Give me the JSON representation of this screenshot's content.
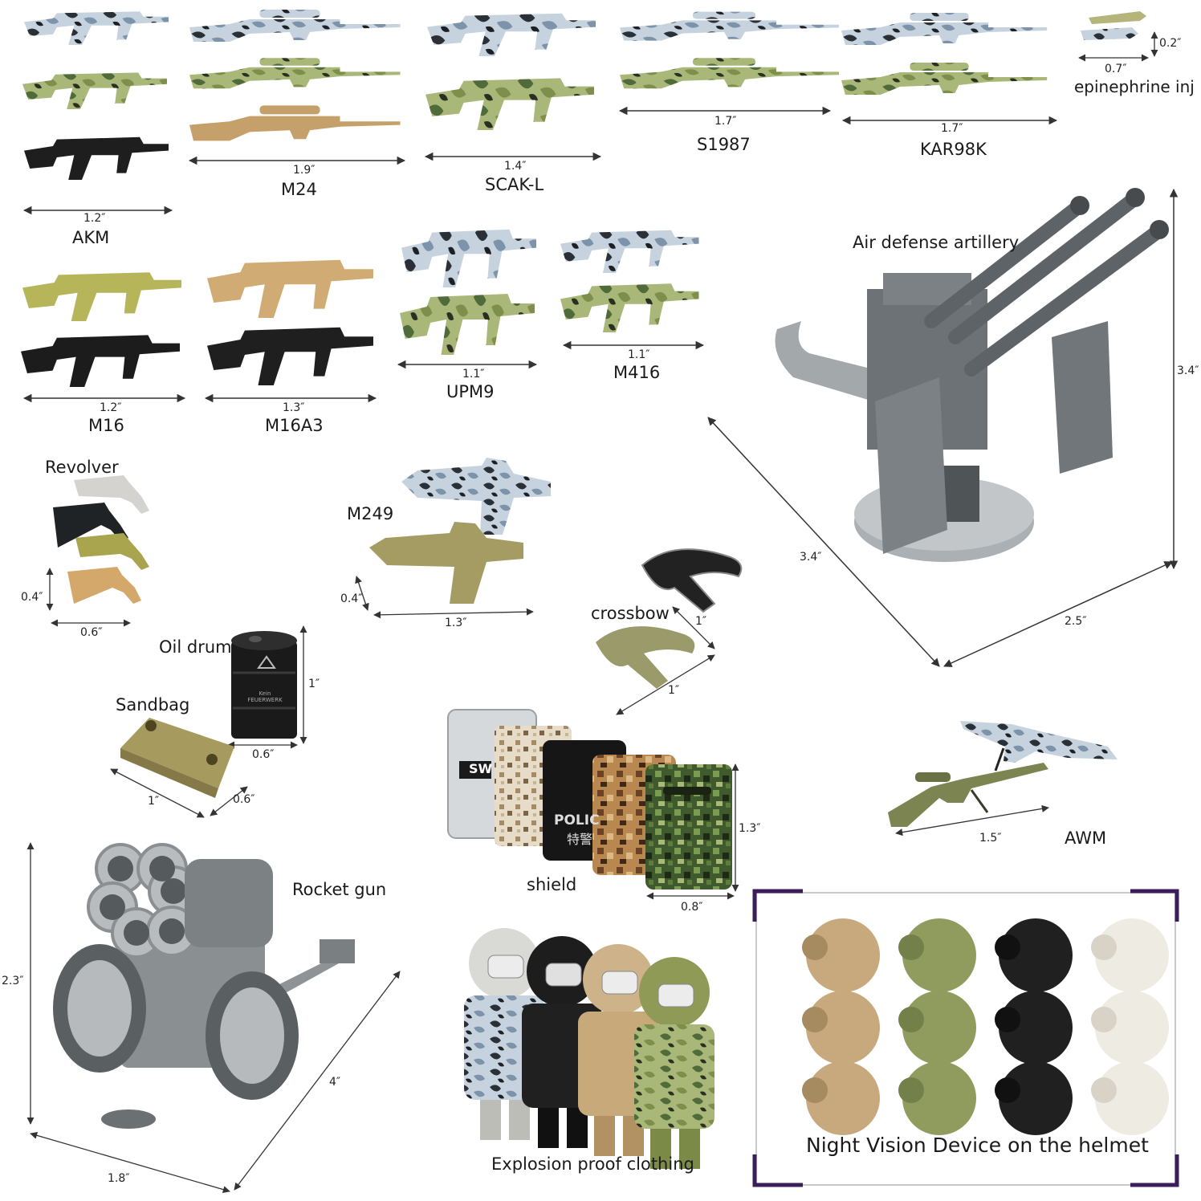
{
  "colors": {
    "camo_snow": "#b9c9d8",
    "camo_green": "#8fa265",
    "black": "#1c1c1c",
    "tan": "#c9a571",
    "olive": "#b9b45a",
    "gray": "#6d7275",
    "light_gray": "#a9adaf",
    "frame_purple": "#3a1d59"
  },
  "items": {
    "akm": {
      "name": "AKM",
      "length": "1.2″"
    },
    "m24": {
      "name": "M24",
      "length": "1.9″"
    },
    "scak": {
      "name": "SCAK-L",
      "length": "1.4″"
    },
    "s1987": {
      "name": "S1987",
      "length": "1.7″"
    },
    "kar98k": {
      "name": "KAR98K",
      "length": "1.7″"
    },
    "epinephrine": {
      "name": "epinephrine inj",
      "length": "0.7″",
      "height": "0.2″"
    },
    "m16": {
      "name": "M16",
      "length": "1.2″"
    },
    "m16a3": {
      "name": "M16A3",
      "length": "1.3″"
    },
    "upm9": {
      "name": "UPM9",
      "length": "1.1″"
    },
    "m416": {
      "name": "M416",
      "length": "1.1″"
    },
    "aa_gun": {
      "name": "Air defense artillery",
      "height": "3.4″",
      "depth": "3.4″",
      "width": "2.5″"
    },
    "revolver": {
      "name": "Revolver",
      "height": "0.4″",
      "length": "0.6″"
    },
    "m249": {
      "name": "M249",
      "height": "0.4″",
      "length": "1.3″"
    },
    "crossbow": {
      "name": "crossbow",
      "width": "1″",
      "length": "1″"
    },
    "oil_drum": {
      "name": "Oil drum",
      "height": "1″",
      "diameter": "0.6″"
    },
    "sandbag": {
      "name": "Sandbag",
      "length": "1″",
      "width": "0.6″"
    },
    "shield": {
      "name": "shield",
      "height": "1.3″",
      "width": "0.8″",
      "text_swat": "SW",
      "text_police": "POLIC",
      "text_cn": "特警"
    },
    "awm": {
      "name": "AWM",
      "length": "1.5″"
    },
    "rocket_gun": {
      "name": "Rocket gun",
      "height": "2.3″",
      "depth": "4″",
      "width": "1.8″"
    },
    "eod_suit": {
      "name": "Explosion proof clothing"
    },
    "nvd": {
      "name": "Night Vision Device on the helmet"
    }
  }
}
